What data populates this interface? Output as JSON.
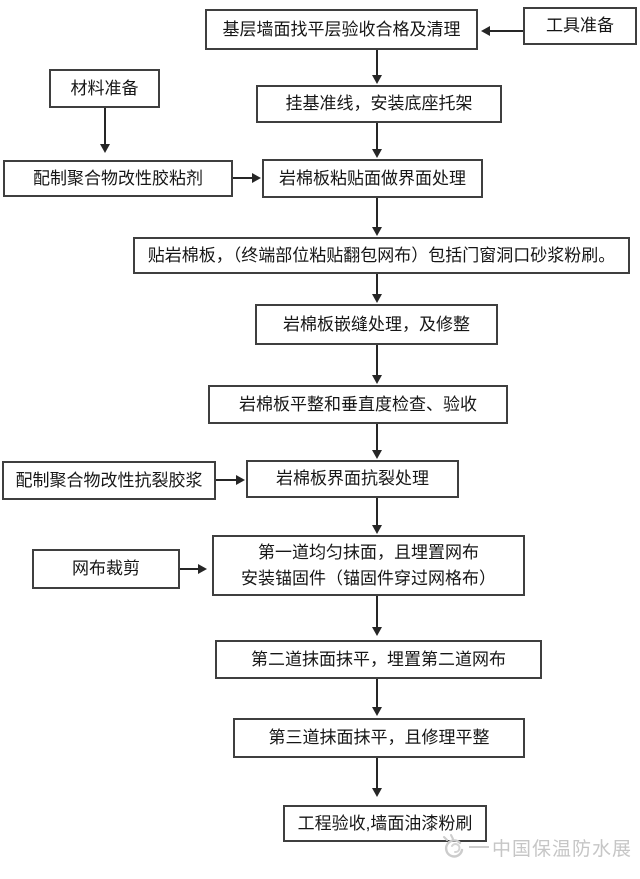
{
  "page": {
    "background": "#ffffff",
    "line_color": "#3f3f3f",
    "text_color": "#161616"
  },
  "flowchart": {
    "main_steps": {
      "inspect_clean": {
        "label": "基层墙面找平层验收合格及清理"
      },
      "hang_line": {
        "label": "挂基准线，安装底座托架"
      },
      "interface_treat": {
        "label": "岩棉板粘贴面做界面处理"
      },
      "paste_board": {
        "label": "贴岩棉板，（终端部位粘贴翻包网布）包括门窗洞口砂浆粉刷。"
      },
      "caulk_trim": {
        "label": "岩棉板嵌缝处理，及修整"
      },
      "level_check": {
        "label": "岩棉板平整和垂直度检查、验收"
      },
      "crack_treat": {
        "label": "岩棉板界面抗裂处理"
      },
      "first_coat": {
        "label": "第一道均匀抹面，且埋置网布\n安装锚固件（锚固件穿过网格布）"
      },
      "second_coat": {
        "label": "第二道抹面抹平，埋置第二道网布"
      },
      "third_coat": {
        "label": "第三道抹面抹平，且修理平整"
      },
      "final_accept": {
        "label": "工程验收,墙面油漆粉刷"
      }
    },
    "side_inputs": {
      "tool_prep": {
        "label": "工具准备"
      },
      "material_prep": {
        "label": "材料准备"
      },
      "mix_adhesive": {
        "label": "配制聚合物改性胶粘剂"
      },
      "mix_crack_mortar": {
        "label": "配制聚合物改性抗裂胶浆"
      },
      "mesh_cut": {
        "label": "网布裁剪"
      }
    }
  },
  "watermark": {
    "text": "中国保温防水展",
    "color": "#c6c6c6",
    "logo_icon": "swirl-logo-icon"
  }
}
